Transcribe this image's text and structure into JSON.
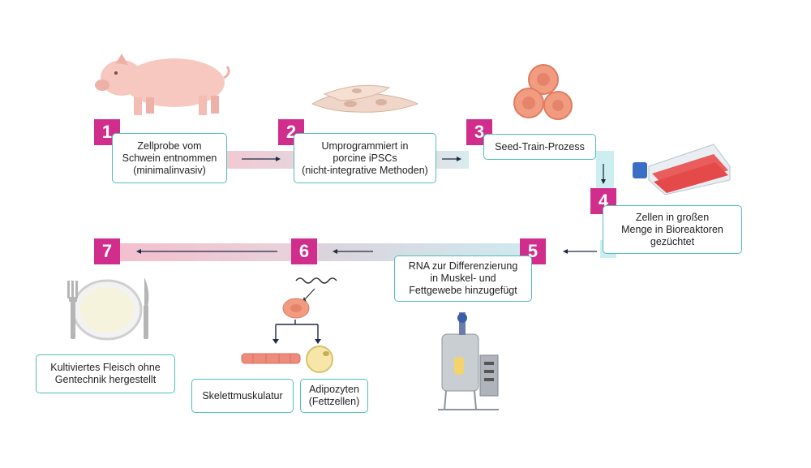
{
  "steps": [
    {
      "number": "1",
      "text": "Zellprobe vom\nSchwein entnommen\n(minimalinvasiv)"
    },
    {
      "number": "2",
      "text": "Umprogrammiert in\nporcine iPSCs\n(nicht-integrative Methoden)"
    },
    {
      "number": "3",
      "text": "Seed-Train-Prozess"
    },
    {
      "number": "4",
      "text": "Zellen in großen\nMenge in Bioreaktoren\ngezüchtet"
    },
    {
      "number": "5",
      "text": "RNA zur Differenzierung\nin Muskel- und\nFettgewebe hinzugefügt"
    },
    {
      "number": "6",
      "text": ""
    },
    {
      "number": "7",
      "text": "Kultiviertes Fleisch ohne\nGentechnik hergestellt"
    }
  ],
  "outputs": {
    "muscle": "Skelettmuskulatur",
    "fat": "Adipozyten\n(Fettzellen)"
  },
  "colors": {
    "badge": "#d12d8c",
    "box_border": "#4fbfb9",
    "band_pink": "#f2c9d3",
    "band_teal": "#cdeef0"
  },
  "icons": [
    "pig-icon",
    "fibroblast-cells-icon",
    "round-cells-icon",
    "culture-flask-icon",
    "bioreactor-icon",
    "rna-strand-icon",
    "cell-icon",
    "muscle-fiber-icon",
    "fat-cell-icon",
    "plate-cutlery-icon"
  ]
}
